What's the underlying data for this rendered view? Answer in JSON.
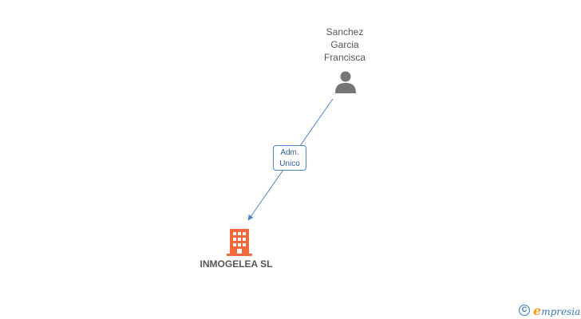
{
  "nodes": {
    "person": {
      "name_lines": [
        "Sanchez",
        "Garcia",
        "Francisca"
      ],
      "icon": "person-icon",
      "color": "#757575"
    },
    "company": {
      "name": "INMOGELEA SL",
      "icon": "building-icon",
      "color": "#f26a3b"
    }
  },
  "edge": {
    "label_lines": [
      "Adm.",
      "Unico"
    ],
    "color": "#4a86c8"
  },
  "brand": {
    "copyright_symbol": "C",
    "logo_initial": "e",
    "logo_rest": "mpresia"
  }
}
